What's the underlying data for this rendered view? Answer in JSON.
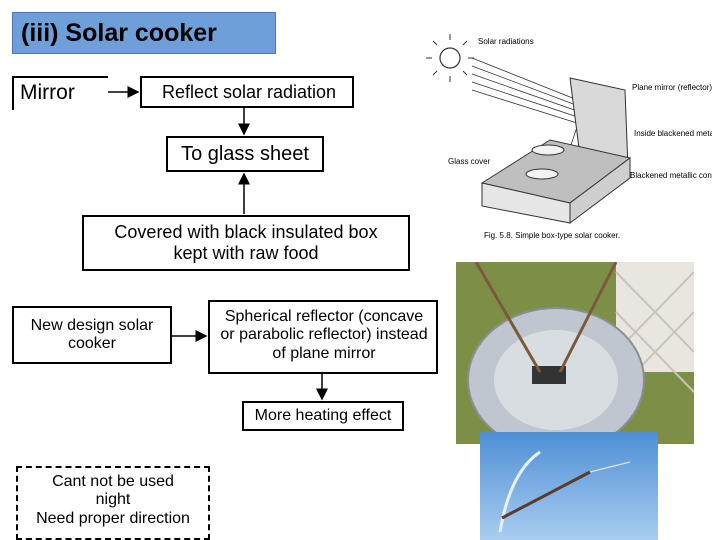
{
  "title": "(iii) Solar cooker",
  "boxes": {
    "mirror": "Mirror",
    "reflect": "Reflect solar radiation",
    "glass": "To glass sheet",
    "covered": "Covered with black insulated box kept with raw food",
    "new_design": "New design solar cooker",
    "spherical": "Spherical reflector (concave or parabolic reflector) instead of plane mirror",
    "more_heating": "More heating effect",
    "cant_use_1": "Cant not be used",
    "cant_use_2": "night",
    "cant_use_3": "Need proper direction"
  },
  "figure": {
    "solar_radiations": "Solar radiations",
    "plane_mirror": "Plane mirror (reflector)",
    "inside": "Inside blackened metallic box",
    "glass_cover": "Glass cover",
    "container": "Blackened metallic container for cooking food",
    "caption": "Fig. 5.8. Simple box-type solar cooker."
  }
}
